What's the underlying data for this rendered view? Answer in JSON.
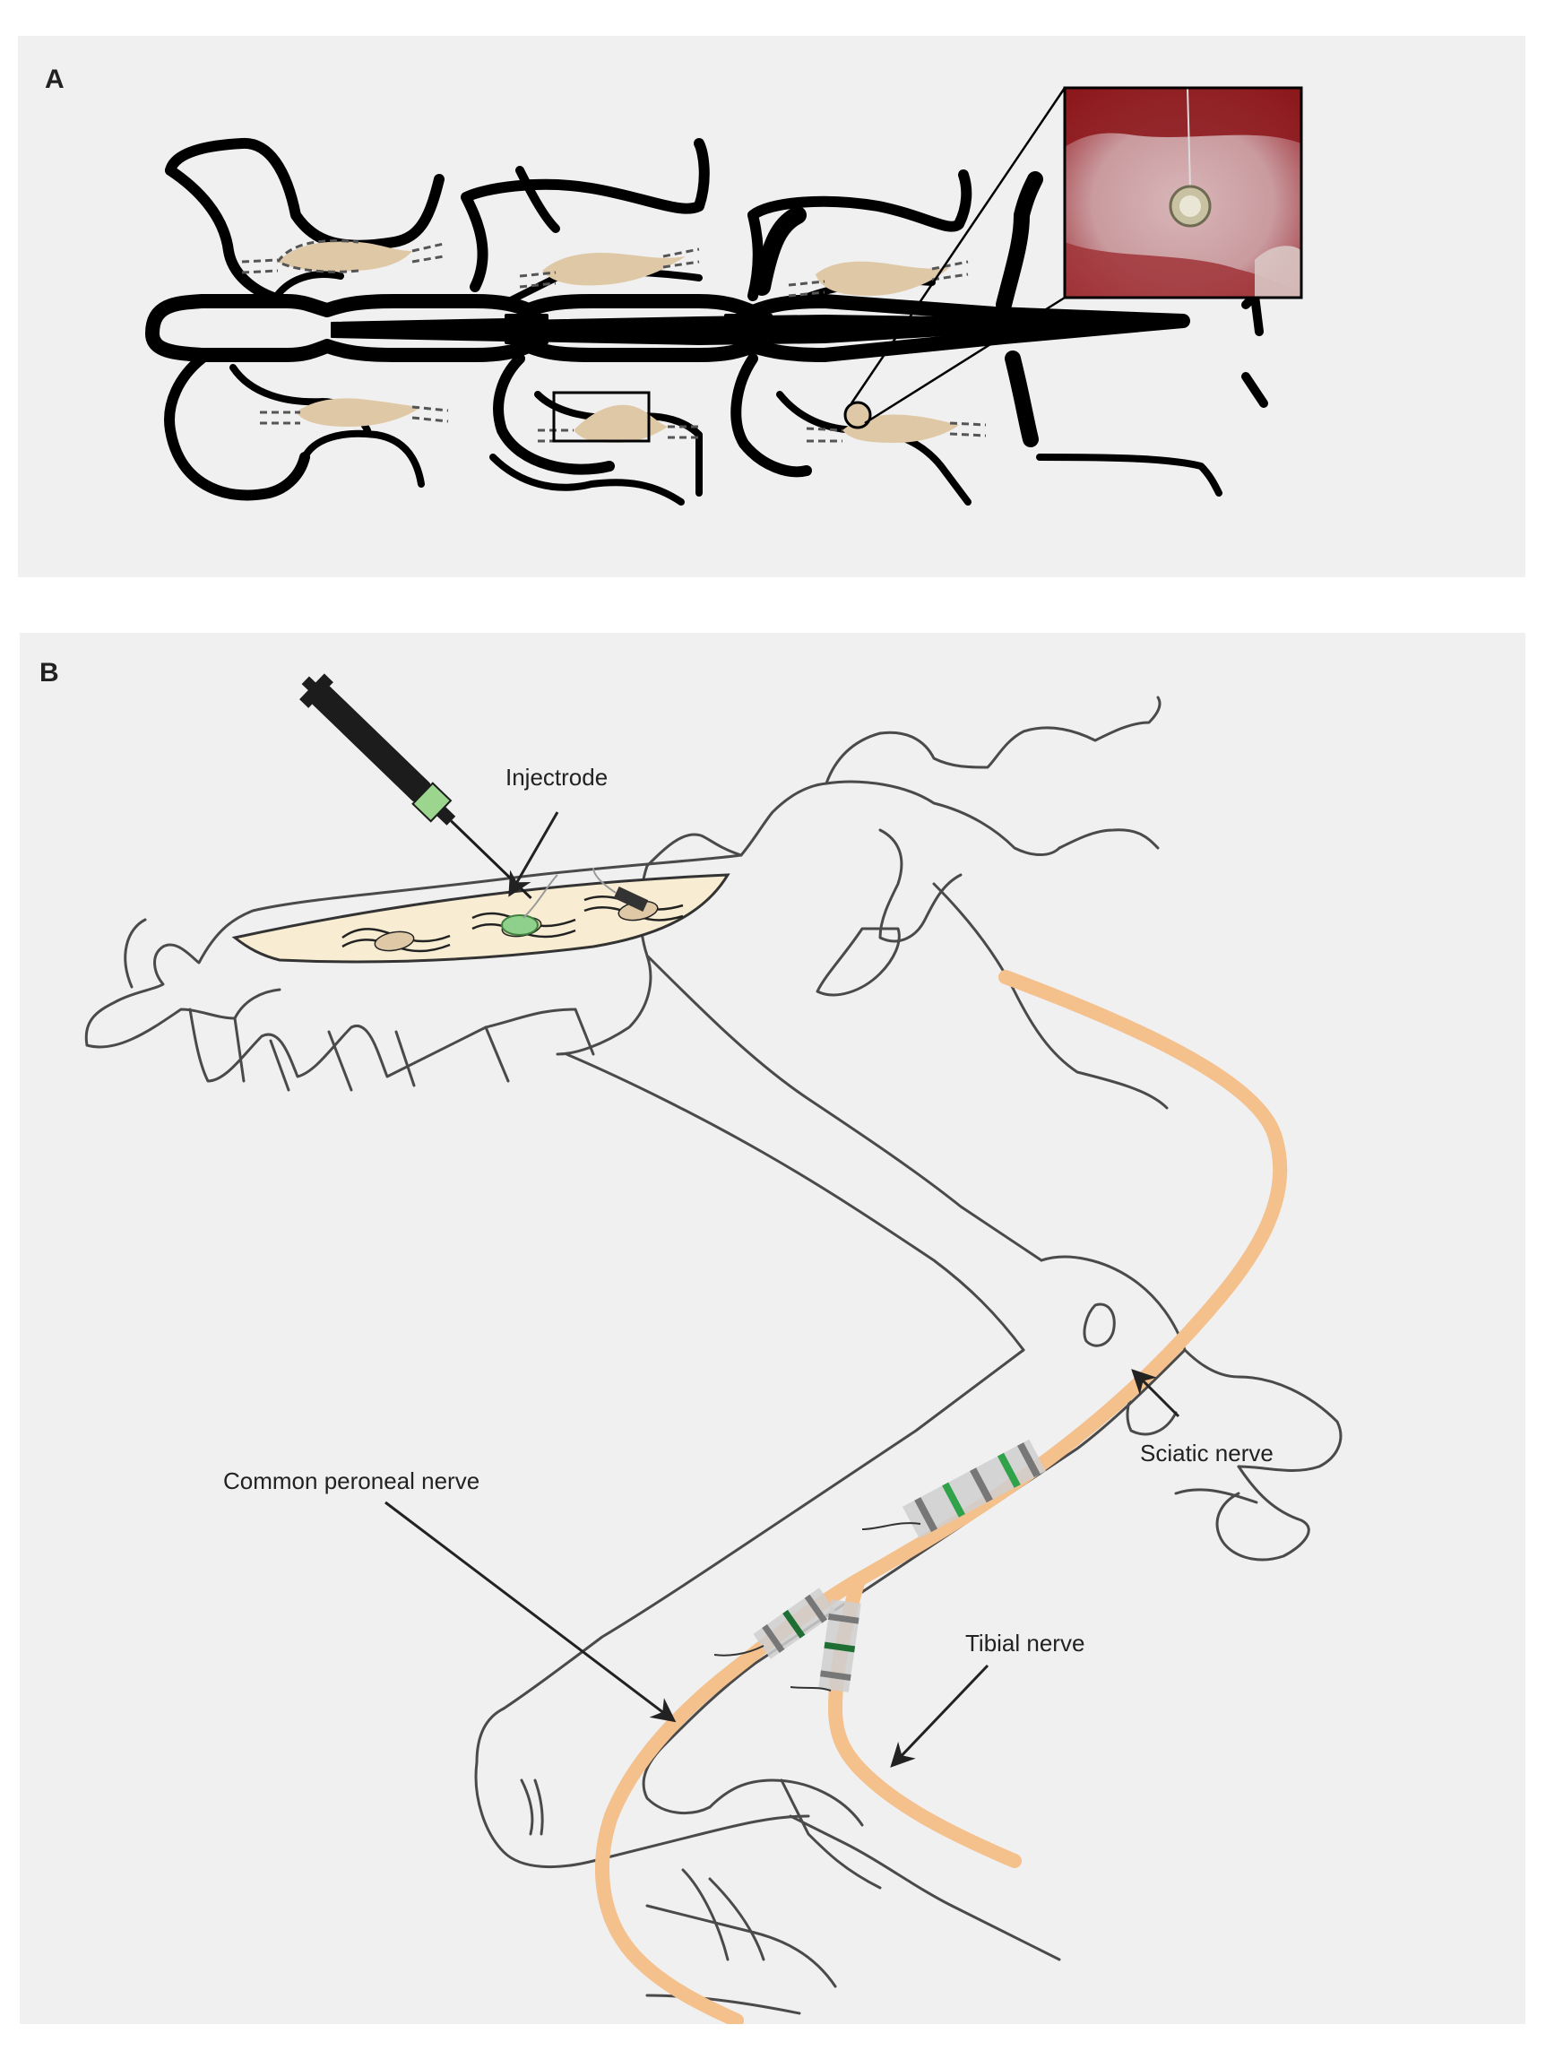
{
  "panel_a": {
    "letter": "A"
  },
  "panel_b": {
    "letter": "B",
    "labels": {
      "injectrode": "Injectrode",
      "sciatic": "Sciatic nerve",
      "common_peroneal": "Common peroneal nerve",
      "tibial": "Tibial nerve"
    }
  },
  "colors": {
    "panel_bg": "#f0f0f1",
    "nerve": "#f4c08c",
    "ganglion": "#dfc8a6",
    "bone_outline": "#4a4a4a",
    "vertebra_fill": "#000000",
    "injectrode_green": "#8fd18c",
    "cuff_gray": "#b8b8b8",
    "electrode_green": "#2fa24a",
    "photo_red": "#9a1e22"
  }
}
